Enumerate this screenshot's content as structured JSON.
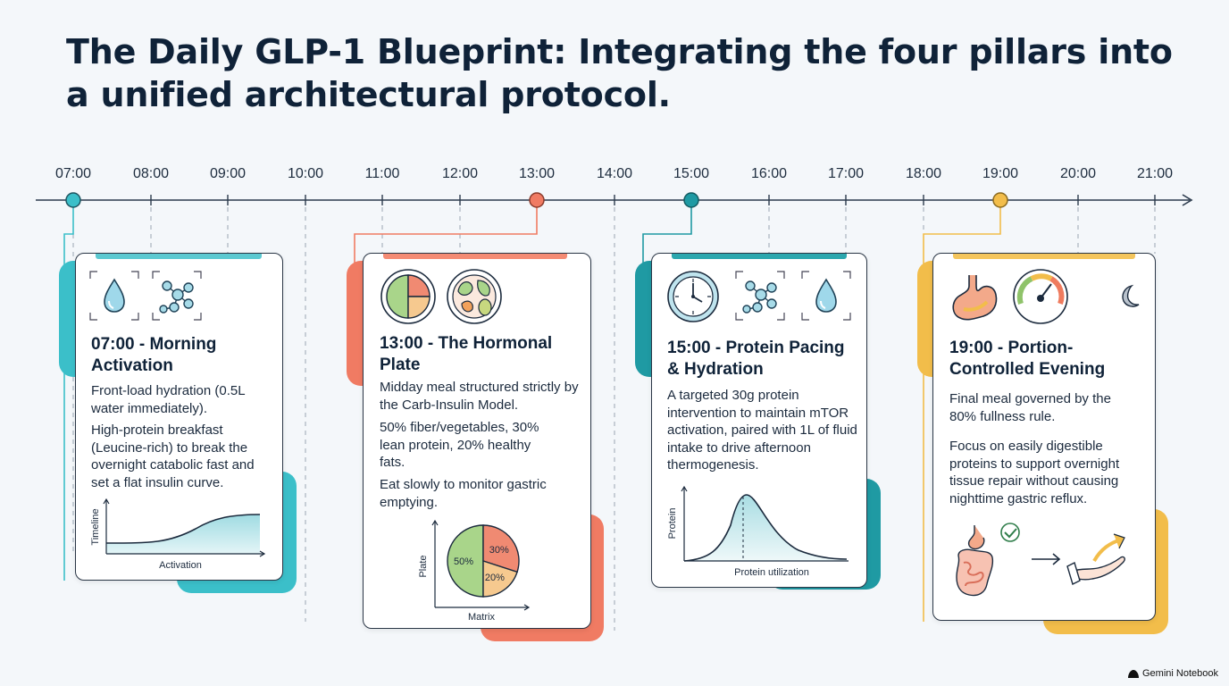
{
  "title": "The Daily GLP-1 Blueprint: Integrating the four pillars into a unified architectural protocol.",
  "timeline": {
    "hours": [
      "07:00",
      "08:00",
      "09:00",
      "10:00",
      "11:00",
      "12:00",
      "13:00",
      "14:00",
      "15:00",
      "16:00",
      "17:00",
      "18:00",
      "19:00",
      "20:00",
      "21:00"
    ],
    "markers": [
      {
        "hour": "07:00",
        "color": "#3bbfc9"
      },
      {
        "hour": "13:00",
        "color": "#f07b63"
      },
      {
        "hour": "15:00",
        "color": "#1f9aa3"
      },
      {
        "hour": "19:00",
        "color": "#f2bd4a"
      }
    ]
  },
  "cards": [
    {
      "title": "07:00 - Morning Activation",
      "paragraphs": [
        "Front-load hydration (0.5L water immediately).",
        "High-protein breakfast (Leucine-rich) to break the overnight catabolic fast and set a flat insulin curve."
      ],
      "chart": {
        "ylabel": "Timeline",
        "xlabel": "Activation"
      },
      "icons": [
        "water-drop-icon",
        "molecule-icon"
      ]
    },
    {
      "title": "13:00 - The Hormonal Plate",
      "paragraphs": [
        "Midday meal structured strictly by the Carb-Insulin Model.",
        "50% fiber/vegetables, 30% lean protein, 20% healthy fats.",
        "Eat slowly to monitor gastric emptying."
      ],
      "chart": {
        "ylabel": "Plate",
        "xlabel": "Matrix",
        "slices": [
          {
            "label": "50%",
            "value": 50,
            "color": "#a9d58a"
          },
          {
            "label": "30%",
            "value": 30,
            "color": "#f08a72"
          },
          {
            "label": "20%",
            "value": 20,
            "color": "#f6c98f"
          }
        ]
      },
      "icons": [
        "divided-plate-icon",
        "food-plate-icon"
      ]
    },
    {
      "title": "15:00 - Protein Pacing & Hydration",
      "paragraphs": [
        "A targeted 30g protein intervention to maintain mTOR activation, paired with 1L of fluid intake to drive afternoon thermogenesis."
      ],
      "chart": {
        "ylabel": "Protein",
        "xlabel": "Protein utilization"
      },
      "icons": [
        "clock-icon",
        "molecule-icon",
        "water-drop-icon"
      ]
    },
    {
      "title": "19:00 - Portion-Controlled Evening",
      "paragraphs": [
        "Final meal governed by the 80% fullness rule.",
        "Focus on easily digestible proteins to support overnight tissue repair without causing nighttime gastric reflux."
      ],
      "icons": [
        "stomach-icon",
        "fullness-gauge-icon",
        "moon-icon",
        "digestive-system-icon",
        "check-icon",
        "hand-arrow-icon"
      ]
    }
  ],
  "brand": "Gemini Notebook"
}
